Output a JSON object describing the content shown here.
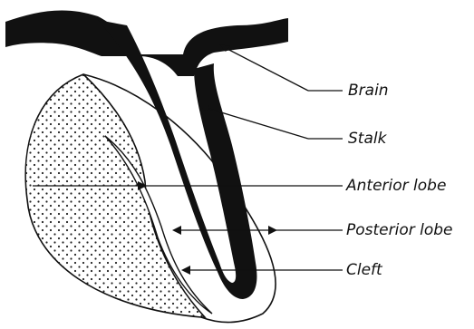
{
  "labels": {
    "brain": "Brain",
    "stalk": "Stalk",
    "anterior_lobe": "Anterior lobe",
    "posterior_lobe": "Posterior lobe",
    "cleft": "Cleft"
  },
  "colors": {
    "ink": "#111111",
    "background": "#ffffff",
    "stipple": "#222222"
  }
}
